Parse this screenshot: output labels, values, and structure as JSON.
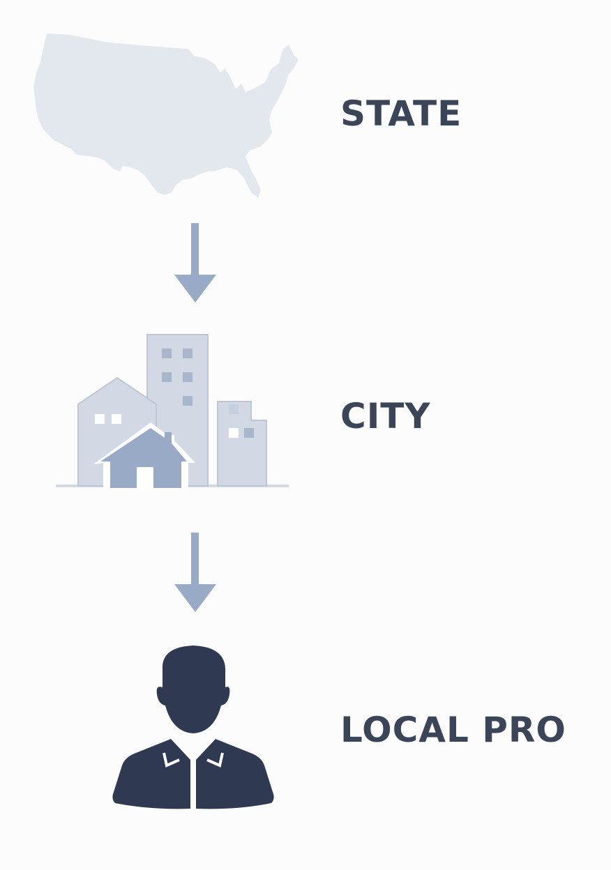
{
  "steps": [
    {
      "icon": "us-map-icon",
      "label": "STATE"
    },
    {
      "icon": "city-buildings-icon",
      "label": "CITY"
    },
    {
      "icon": "person-icon",
      "label": "LOCAL PRO"
    }
  ],
  "colors": {
    "label_text": "#3a4557",
    "map_fill": "#e3e8ef",
    "arrow": "#98aac5",
    "building_light": "#d2d9e4",
    "building_mid": "#c5cfdd",
    "window": "#9fafc7",
    "house": "#98aac5",
    "person": "#2f3a52",
    "background": "#fcfcfc"
  }
}
